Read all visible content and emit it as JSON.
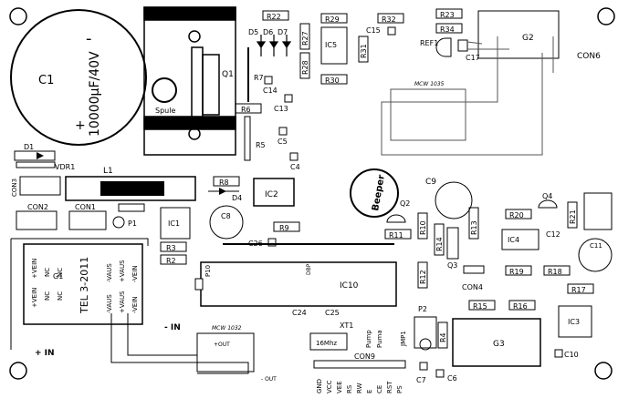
{
  "labels": {
    "c1": "C1",
    "c1_value": "10000µF/40V",
    "c1_minus": "-",
    "c1_plus": "+",
    "spule": "Spule",
    "q1": "Q1",
    "r22": "R22",
    "r29": "R29",
    "r32": "R32",
    "r23": "R23",
    "r34": "R34",
    "c15": "C15",
    "ic5": "IC5",
    "r27": "R27",
    "r28": "R28",
    "r31": "R31",
    "r30": "R30",
    "d5": "D5",
    "d6": "D6",
    "d7": "D7",
    "r7": "R7",
    "r6": "R6",
    "r5": "R5",
    "c14": "C14",
    "c13": "C13",
    "c5": "C5",
    "c4": "C4",
    "ref1": "REF1",
    "c17": "C17",
    "g2": "G2",
    "con6": "CON6",
    "mcw1035": "MCW 1035",
    "d1": "D1",
    "vdr1": "VDR1",
    "l1": "L1",
    "r8": "R8",
    "d4": "D4",
    "ic2": "IC2",
    "beeper": "Beeper",
    "c9": "C9",
    "q2": "Q2",
    "q4": "Q4",
    "con3": "CON3",
    "con2": "CON2",
    "con1": "CON1",
    "p1": "P1",
    "ic1": "IC1",
    "c8": "C8",
    "r9": "R9",
    "r3": "R3",
    "r2": "R2",
    "c26": "C26",
    "r11": "R11",
    "r10": "R10",
    "r14": "R14",
    "r13": "R13",
    "q3": "Q3",
    "r20": "R20",
    "r21": "R21",
    "ic4": "IC4",
    "c12": "C12",
    "c11": "C11",
    "r12": "R12",
    "con4": "CON4",
    "r19": "R19",
    "r18": "R18",
    "r17": "R17",
    "r15": "R15",
    "r16": "R16",
    "ic3": "IC3",
    "g1": "G1",
    "tel": "TEL 3-2011",
    "g1_left_pins": [
      "+VEIN",
      "+VEIN",
      "NC",
      "NC",
      "NC",
      "NC"
    ],
    "g1_right_pins": [
      "-VAUS",
      "-VAUS",
      "+VAUS",
      "+VAUS",
      "-VEIN",
      "-VEIN"
    ],
    "ic10": "IC10",
    "p10": "P10",
    "dbp": "DBP",
    "c24": "C24",
    "c25": "C25",
    "xt1": "XT1",
    "p2": "P2",
    "r4": "R4",
    "g3": "G3",
    "c7": "C7",
    "c6": "C6",
    "c10": "C10",
    "jmp1": "JMP1",
    "mhz": "16Mhz",
    "pump1": "Pump",
    "pump2": "Puma",
    "minus_in": "- IN",
    "plus_in": "+ IN",
    "minus_out": "- OUT",
    "plus_out": "+OUT",
    "mcw1032": "MCW 1032",
    "con9": "CON9",
    "con9_pins": [
      "GND",
      "VCC",
      "VEE",
      "RS",
      "RW",
      "E",
      "CE",
      "RST",
      "PS"
    ]
  }
}
